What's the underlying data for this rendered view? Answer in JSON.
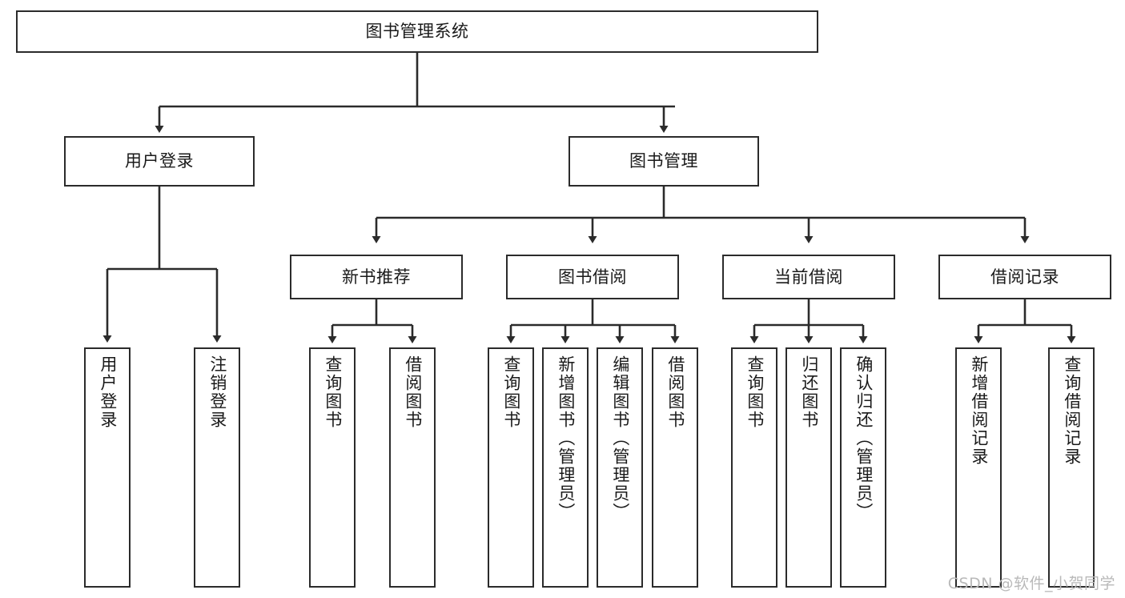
{
  "diagram": {
    "type": "tree-hierarchy-chart",
    "title": "图书管理系统",
    "watermark": "CSDN @软件_小贺同学",
    "colors": {
      "box_border": "#2b2b2b",
      "box_fill": "#ffffff",
      "connector": "#2b2b2b",
      "text": "#1a1a1a",
      "watermark": "#b9b9b9",
      "background": "#ffffff"
    },
    "levels": {
      "root": "图书管理系统",
      "level2": [
        "用户登录",
        "图书管理"
      ],
      "level3": [
        "新书推荐",
        "图书借阅",
        "当前借阅",
        "借阅记录"
      ]
    },
    "nodes": {
      "root": {
        "label": "图书管理系统"
      },
      "user_login": {
        "label": "用户登录"
      },
      "book_manage": {
        "label": "图书管理"
      },
      "new_book_rec": {
        "label": "新书推荐"
      },
      "book_borrow": {
        "label": "图书借阅"
      },
      "current_borrow": {
        "label": "当前借阅"
      },
      "borrow_record": {
        "label": "借阅记录"
      },
      "leaf_user_login": {
        "label": "用户登录"
      },
      "leaf_logout": {
        "label": "注销登录"
      },
      "leaf_query_book_1": {
        "label": "查询图书"
      },
      "leaf_borrow_book_1": {
        "label": "借阅图书"
      },
      "leaf_query_book_2": {
        "label": "查询图书"
      },
      "leaf_add_book": {
        "label": "新增图书（管理员）"
      },
      "leaf_edit_book": {
        "label": "编辑图书（管理员）"
      },
      "leaf_borrow_book_2": {
        "label": "借阅图书"
      },
      "leaf_query_book_3": {
        "label": "查询图书"
      },
      "leaf_return_book": {
        "label": "归还图书"
      },
      "leaf_confirm_return": {
        "label": "确认归还（管理员）"
      },
      "leaf_add_record": {
        "label": "新增借阅记录"
      },
      "leaf_query_record": {
        "label": "查询借阅记录"
      }
    }
  }
}
